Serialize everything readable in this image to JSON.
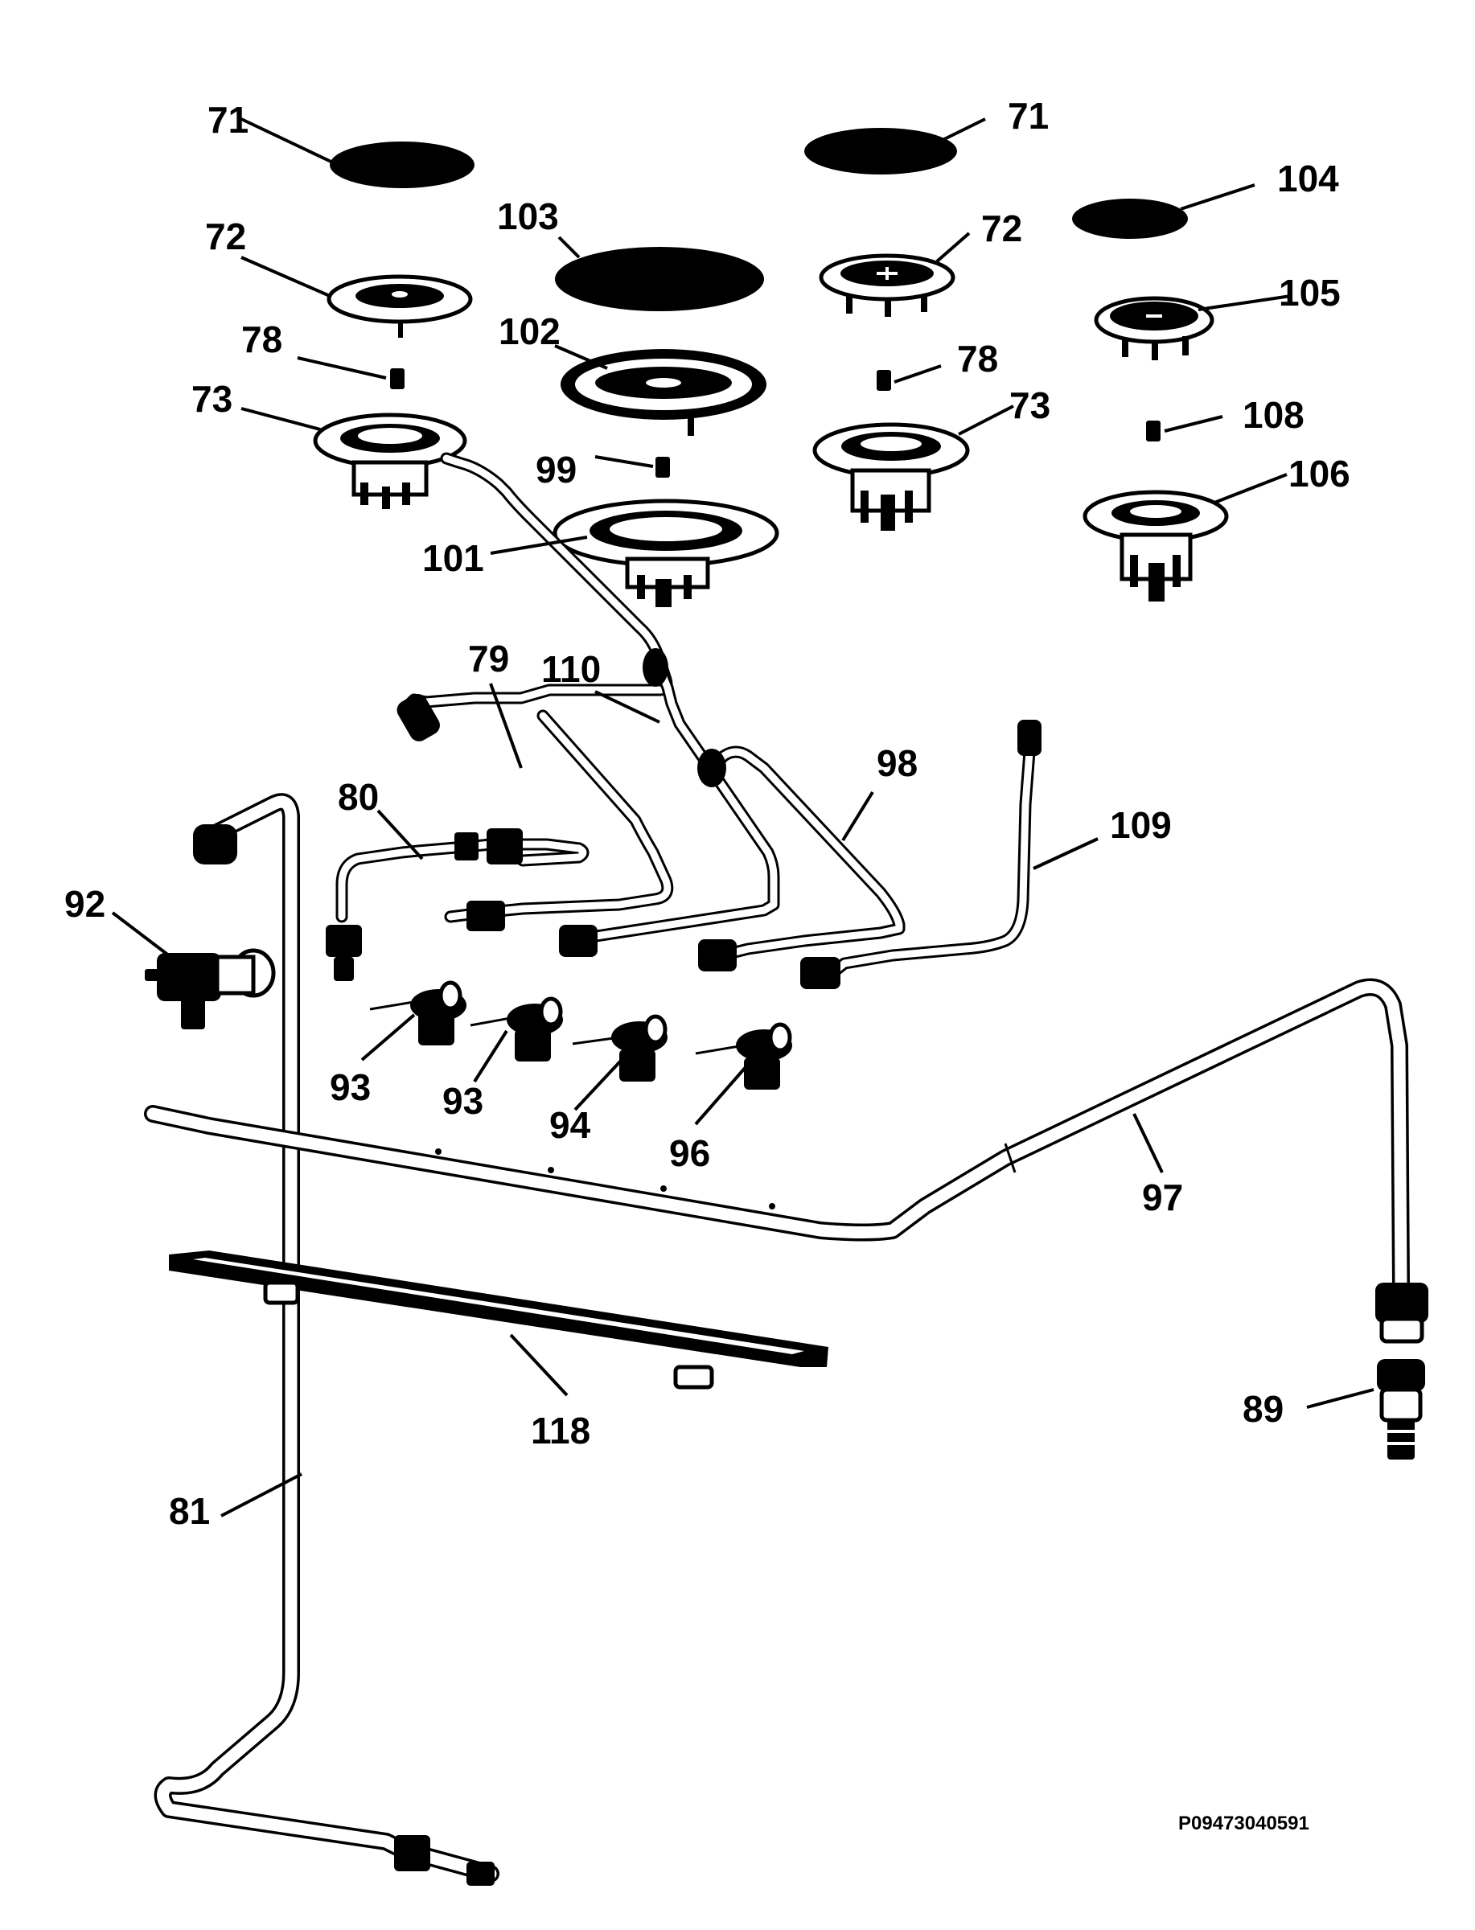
{
  "diagram": {
    "reference_code": "P09473040591",
    "part_labels": [
      "71",
      "71",
      "104",
      "103",
      "72",
      "72",
      "105",
      "78",
      "102",
      "78",
      "73",
      "73",
      "108",
      "99",
      "106",
      "101",
      "79",
      "110",
      "98",
      "80",
      "109",
      "92",
      "93",
      "93",
      "94",
      "96",
      "97",
      "118",
      "89",
      "81"
    ]
  }
}
